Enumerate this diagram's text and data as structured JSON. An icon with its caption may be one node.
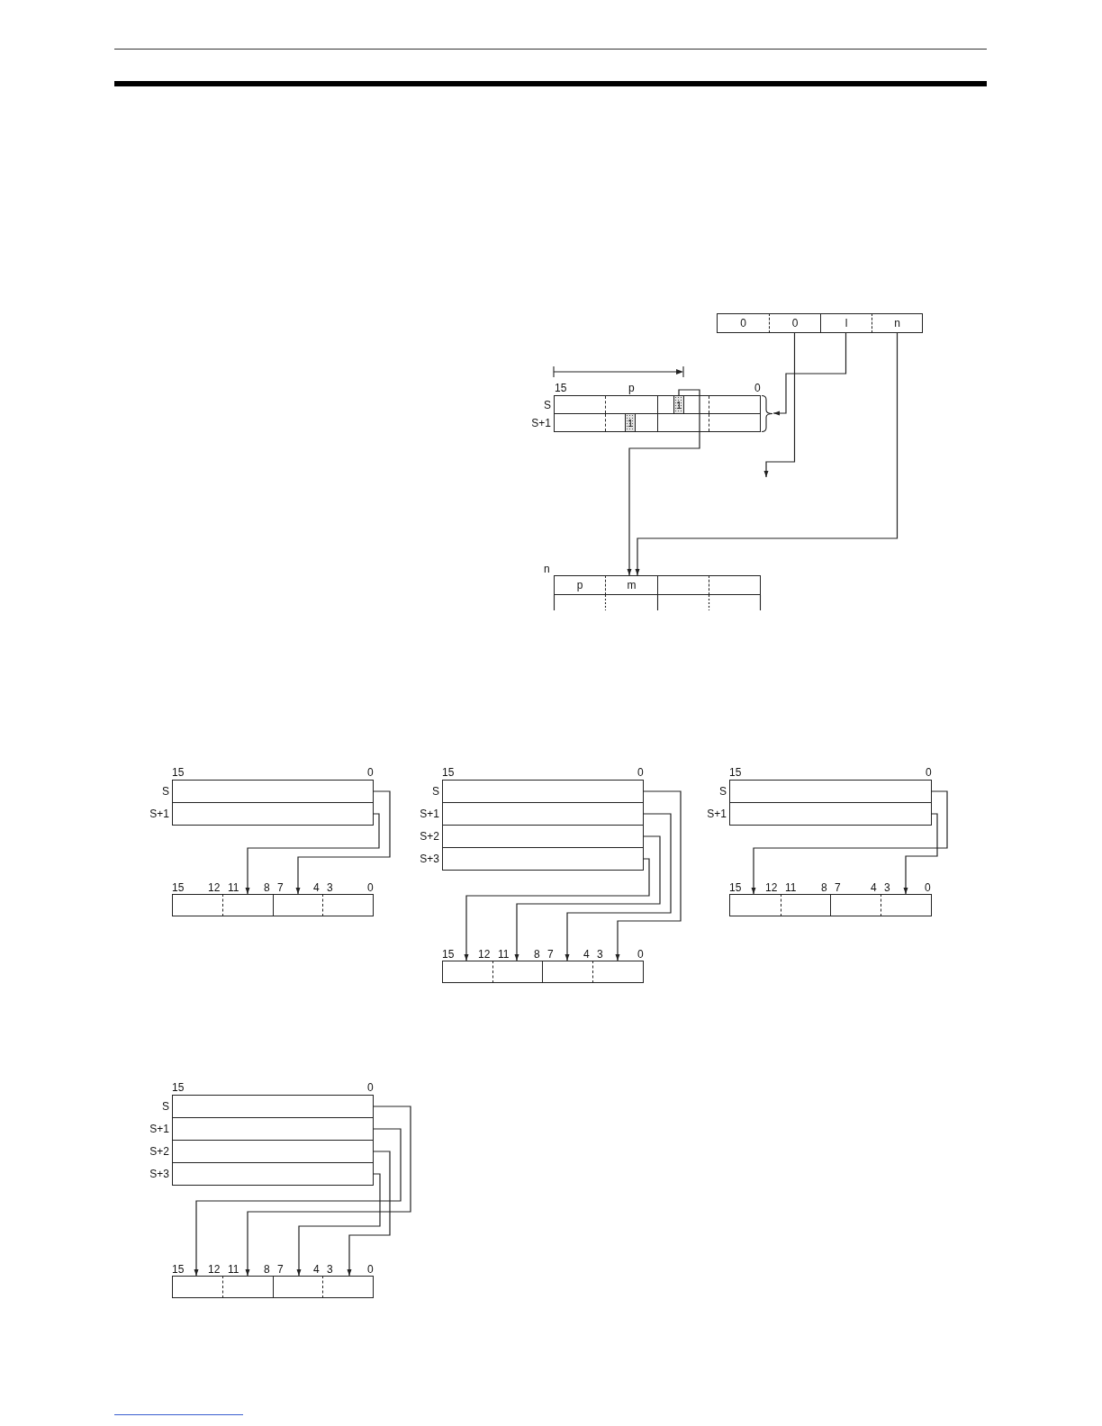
{
  "diagram": {
    "nodes": [
      {
        "text": [
          "0"
        ]
      },
      {
        "text": [
          "0"
        ]
      },
      {
        "text": [
          "l"
        ]
      },
      {
        "text": [
          "n"
        ]
      },
      {
        "text": [
          "S"
        ]
      },
      {
        "text": [
          "1"
        ],
        "in": 4
      },
      {
        "text": [
          "S+1"
        ]
      },
      {
        "text": [
          "1"
        ],
        "in": 6
      },
      {
        "text": [],
        "shape": "brace"
      },
      {
        "text": [
          "p"
        ]
      },
      {
        "text": [
          "m"
        ]
      },
      {
        "text": [],
        "shape": "box"
      },
      {
        "text": [],
        "shape": "box"
      },
      {
        "text": [
          "S"
        ]
      },
      {
        "text": [
          "S+1"
        ]
      },
      {
        "text": [],
        "shape": "box"
      },
      {
        "text": [],
        "shape": "box"
      },
      {
        "text": [],
        "shape": "box"
      },
      {
        "text": [],
        "shape": "box"
      },
      {
        "text": [
          "S"
        ]
      },
      {
        "text": [
          "S+1"
        ]
      },
      {
        "text": [
          "S+2"
        ]
      },
      {
        "text": [
          "S+3"
        ]
      },
      {
        "text": [],
        "shape": "box"
      },
      {
        "text": [],
        "shape": "box"
      },
      {
        "text": [],
        "shape": "box"
      },
      {
        "text": [],
        "shape": "box"
      },
      {
        "text": [
          "S"
        ]
      },
      {
        "text": [
          "S+1"
        ]
      },
      {
        "text": [],
        "shape": "box"
      },
      {
        "text": [],
        "shape": "box"
      },
      {
        "text": [],
        "shape": "box"
      },
      {
        "text": [],
        "shape": "box"
      },
      {
        "text": [
          "S"
        ]
      },
      {
        "text": [
          "S+1"
        ]
      },
      {
        "text": [
          "S+2"
        ]
      },
      {
        "text": [
          "S+3"
        ]
      },
      {
        "text": [],
        "shape": "box"
      },
      {
        "text": [],
        "shape": "box"
      },
      {
        "text": [],
        "shape": "box"
      },
      {
        "text": [],
        "shape": "box"
      }
    ],
    "edges": [
      {
        "from": 2,
        "to": 8,
        "arrow": "to"
      },
      {
        "from": 1,
        "to": null,
        "arrow": "to"
      },
      {
        "from": 5,
        "to": 10,
        "arrow": "to"
      },
      {
        "from": 3,
        "to": 10,
        "arrow": "to"
      },
      {
        "from": 13,
        "to": 17,
        "arrow": "to"
      },
      {
        "from": 14,
        "to": 16,
        "arrow": "to"
      },
      {
        "from": 19,
        "to": 26,
        "arrow": "to"
      },
      {
        "from": 20,
        "to": 25,
        "arrow": "to"
      },
      {
        "from": 21,
        "to": 24,
        "arrow": "to"
      },
      {
        "from": 22,
        "to": 23,
        "arrow": "to"
      },
      {
        "from": 27,
        "to": 29,
        "arrow": "to"
      },
      {
        "from": 28,
        "to": 32,
        "arrow": "to"
      },
      {
        "from": 33,
        "to": 38,
        "arrow": "to"
      },
      {
        "from": 34,
        "to": 37,
        "arrow": "to"
      },
      {
        "from": 35,
        "to": 40,
        "arrow": "to"
      },
      {
        "from": 36,
        "to": 39,
        "arrow": "to"
      }
    ],
    "labels": [
      "15",
      "p",
      "0",
      "n",
      "15",
      "0",
      "15",
      "12",
      "11",
      "8",
      "7",
      "4",
      "3",
      "0",
      "15",
      "0",
      "15",
      "12",
      "11",
      "8",
      "7",
      "4",
      "3",
      "0",
      "15",
      "0",
      "15",
      "12",
      "11",
      "8",
      "7",
      "4",
      "3",
      "0",
      "15",
      "0",
      "15",
      "12",
      "11",
      "8",
      "7",
      "4",
      "3",
      "0"
    ]
  }
}
